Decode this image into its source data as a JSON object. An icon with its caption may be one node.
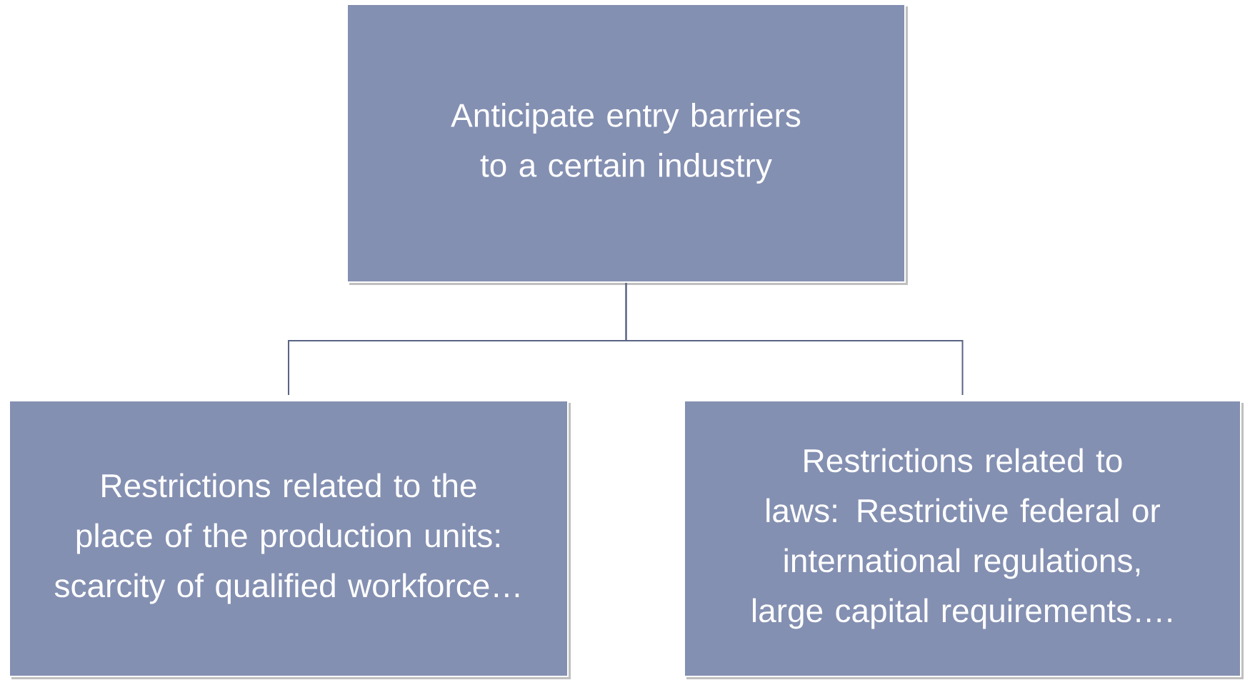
{
  "diagram": {
    "nodes": [
      {
        "text": [
          "Anticipate entry barriers to a certain industry"
        ]
      },
      {
        "text": [
          "Restrictions related to the place of the production units: scarcity of qualified workforce…"
        ]
      },
      {
        "text": [
          "Restrictions related to laws: Restrictive federal or international regulations, large capital requirements…."
        ]
      }
    ],
    "edges": [
      {
        "from": 0,
        "to": 1,
        "arrow": "none"
      },
      {
        "from": 0,
        "to": 2,
        "arrow": "none"
      }
    ]
  }
}
